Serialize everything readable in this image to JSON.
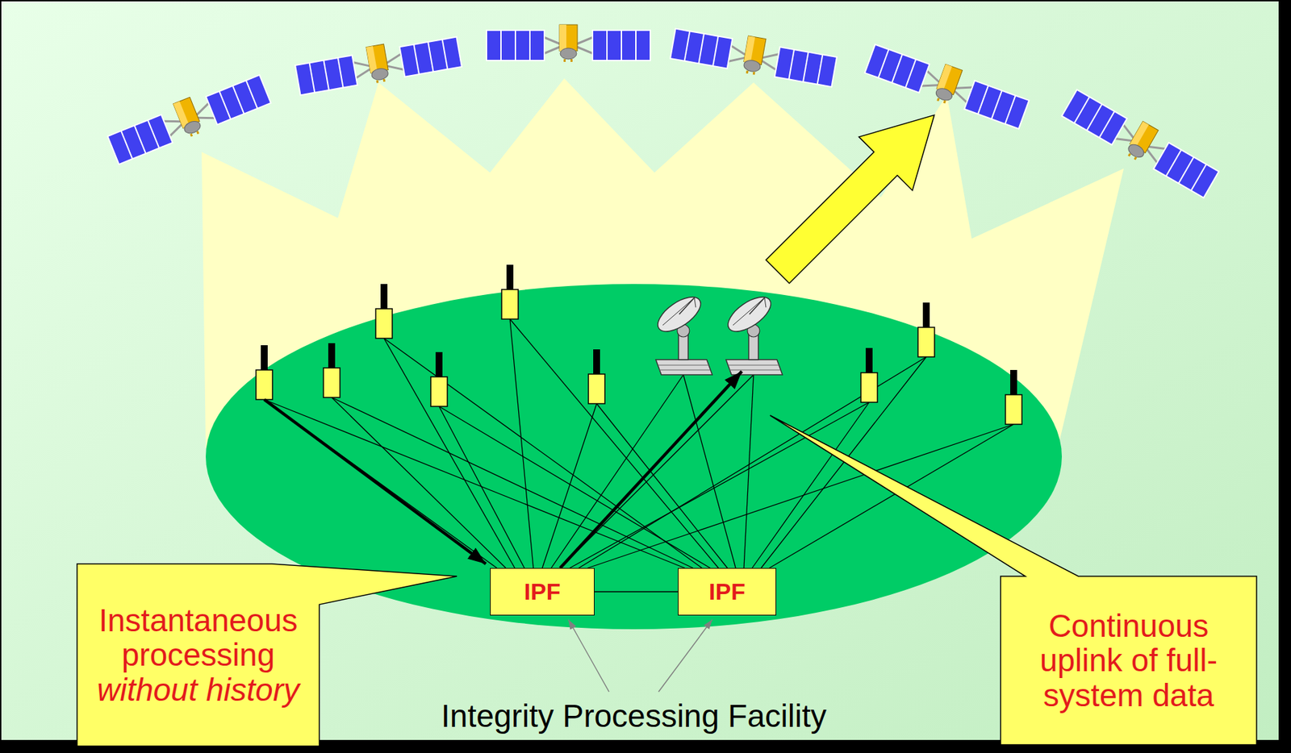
{
  "diagram": {
    "nodes": [
      {
        "text": [
          "IPF"
        ]
      },
      {
        "text": [
          "IPF"
        ]
      },
      {
        "text": [
          "Instantaneous processing",
          "without history"
        ]
      },
      {
        "text": [
          "Continuous uplink of full-system data"
        ]
      }
    ],
    "edges": [
      {
        "from": 0,
        "to": 1,
        "arrow": "none"
      }
    ],
    "labels": [
      "Integrity Processing Facility"
    ]
  }
}
